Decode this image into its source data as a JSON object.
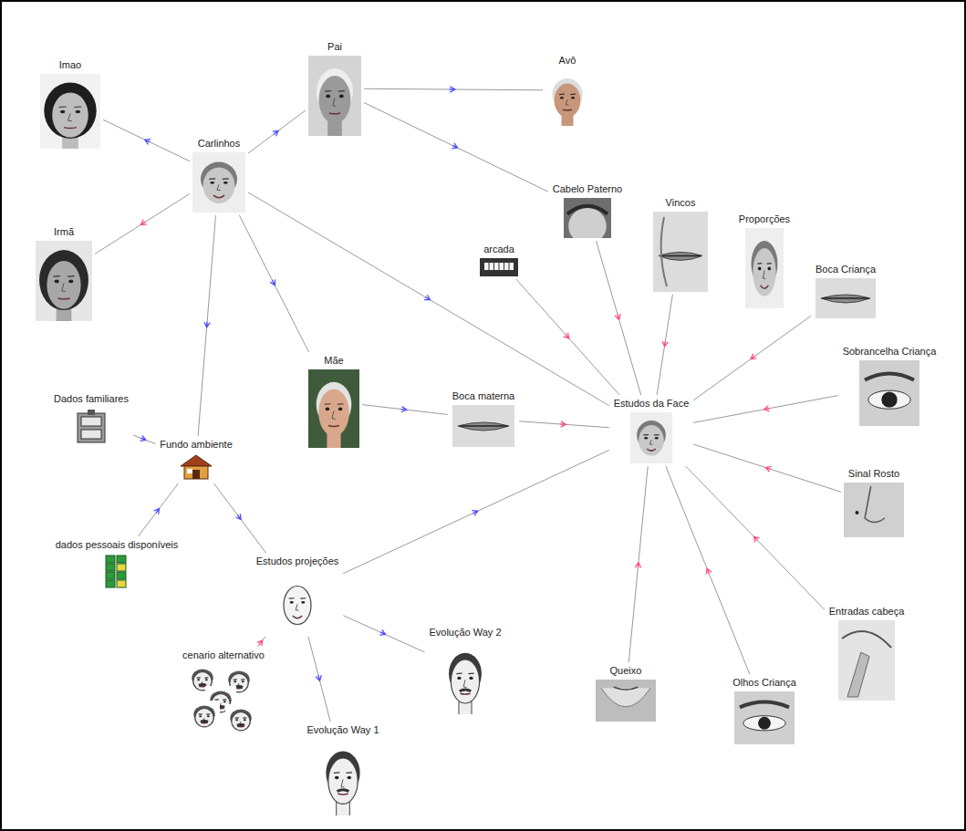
{
  "diagram": {
    "nodes": [
      {
        "text": [
          "Imao"
        ]
      },
      {
        "text": [
          "Pai"
        ]
      },
      {
        "text": [
          "Avô"
        ]
      },
      {
        "text": [
          "Carlinhos"
        ]
      },
      {
        "text": [
          "Irmã"
        ]
      },
      {
        "text": [
          "Cabelo Paterno"
        ]
      },
      {
        "text": [
          "Vincos"
        ]
      },
      {
        "text": [
          "arcada"
        ]
      },
      {
        "text": [
          "Proporções"
        ]
      },
      {
        "text": [
          "Boca Criança"
        ]
      },
      {
        "text": [
          "Mãe"
        ]
      },
      {
        "text": [
          "Dados familiares"
        ]
      },
      {
        "text": [
          "Boca materna"
        ]
      },
      {
        "text": [
          "Estudos da Face"
        ]
      },
      {
        "text": [
          "Sobrancelha Criança"
        ]
      },
      {
        "text": [
          "Fundo ambiente"
        ]
      },
      {
        "text": [
          "Sinal Rosto"
        ]
      },
      {
        "text": [
          "dados pessoais disponíveis"
        ]
      },
      {
        "text": [
          "Estudos projeções"
        ]
      },
      {
        "text": [
          "Entradas cabeça"
        ]
      },
      {
        "text": [
          "cenario alternativo"
        ]
      },
      {
        "text": [
          "Evolução Way 2"
        ]
      },
      {
        "text": [
          "Queixo"
        ]
      },
      {
        "text": [
          "Olhos Criança"
        ]
      },
      {
        "text": [
          "Evolução Way 1"
        ]
      }
    ],
    "edges": [
      {
        "from": 3,
        "to": 0,
        "arrow": "to"
      },
      {
        "from": 3,
        "to": 1,
        "arrow": "to"
      },
      {
        "from": 3,
        "to": 4,
        "arrow": "to"
      },
      {
        "from": 3,
        "to": 10,
        "arrow": "to"
      },
      {
        "from": 3,
        "to": 15,
        "arrow": "to"
      },
      {
        "from": 3,
        "to": 13,
        "arrow": "to"
      },
      {
        "from": 1,
        "to": 2,
        "arrow": "to"
      },
      {
        "from": 1,
        "to": 5,
        "arrow": "to"
      },
      {
        "from": 10,
        "to": 12,
        "arrow": "to"
      },
      {
        "from": 12,
        "to": 13,
        "arrow": "to"
      },
      {
        "from": 7,
        "to": 13,
        "arrow": "to"
      },
      {
        "from": 5,
        "to": 13,
        "arrow": "to"
      },
      {
        "from": 6,
        "to": 13,
        "arrow": "to"
      },
      {
        "from": 9,
        "to": 13,
        "arrow": "to"
      },
      {
        "from": 14,
        "to": 13,
        "arrow": "to"
      },
      {
        "from": 16,
        "to": 13,
        "arrow": "to"
      },
      {
        "from": 19,
        "to": 13,
        "arrow": "to"
      },
      {
        "from": 23,
        "to": 13,
        "arrow": "to"
      },
      {
        "from": 22,
        "to": 13,
        "arrow": "to"
      },
      {
        "from": 18,
        "to": 13,
        "arrow": "to"
      },
      {
        "from": 11,
        "to": 15,
        "arrow": "to"
      },
      {
        "from": 17,
        "to": 15,
        "arrow": "to"
      },
      {
        "from": 15,
        "to": 18,
        "arrow": "to"
      },
      {
        "from": 18,
        "to": 21,
        "arrow": "to"
      },
      {
        "from": 18,
        "to": 24,
        "arrow": "to"
      },
      {
        "from": 20,
        "to": 18,
        "arrow": "to"
      }
    ]
  }
}
